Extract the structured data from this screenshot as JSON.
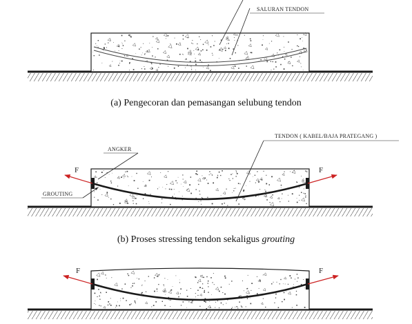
{
  "panel_a": {
    "label_duct": "SALURAN TENDON",
    "caption": "(a)  Pengecoran dan pemasangan selubung tendon"
  },
  "panel_b": {
    "label_tendon": "TENDON ( KABEL/BAJA PRATEGANG )",
    "label_anchor": "ANGKER",
    "label_grout": "GROUTING",
    "force_left": "F",
    "force_right": "F",
    "caption_prefix": "(b)  Proses stressing tendon sekaligus ",
    "caption_italic": "grouting"
  },
  "panel_c": {
    "force_left": "F",
    "force_right": "F"
  },
  "colors": {
    "force_arrow": "#cc2222",
    "line": "#1a1a1a"
  }
}
